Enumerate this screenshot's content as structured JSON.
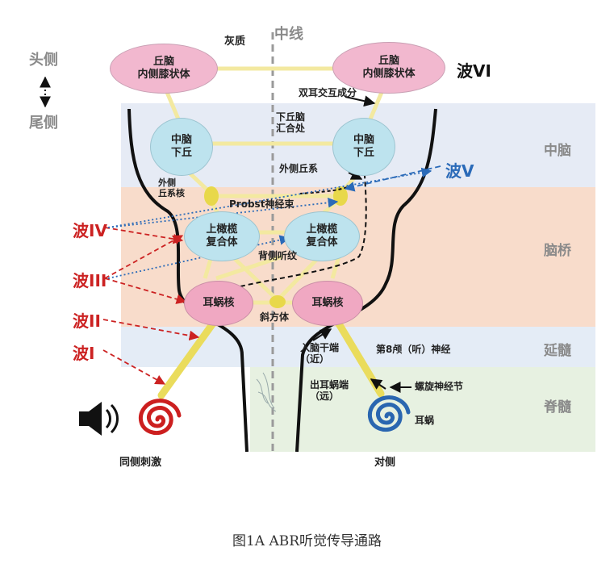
{
  "axis": {
    "rostral": "头侧",
    "caudal": "尾侧",
    "midline": "中线"
  },
  "regions": {
    "midbrain": "中脑",
    "pons": "脑桥",
    "medulla": "延髓",
    "spinal": "脊髓"
  },
  "nodes": {
    "lgn_left": "丘脑\n内侧膝状体",
    "lgn_right": "丘脑\n内侧膝状体",
    "ic_left": "中脑\n下丘",
    "ic_right": "中脑\n下丘",
    "soc_left": "上橄榄\n复合体",
    "soc_right": "上橄榄\n复合体",
    "cn_left": "耳蜗核",
    "cn_right": "耳蜗核"
  },
  "labels": {
    "gray_matter": "灰质",
    "binaural": "双耳交互成分",
    "ic_commissure": "下丘脑\n汇合处",
    "lateral_lemniscus_right": "外侧丘系",
    "ll_nucleus": "外侧\n丘系核",
    "probst": "Probst神经束",
    "dorsal_stria": "背侧听纹",
    "trapezoid": "斜方体",
    "brainstem_end": "入脑干端\n（近）",
    "cochlear_end": "出耳蜗端\n（远）",
    "cn8": "第8颅（听）神经",
    "spiral_ganglion": "螺旋神经节",
    "cochlea": "耳蜗",
    "ipsi": "同侧刺激",
    "contra": "对侧"
  },
  "waves": {
    "w1": "波I",
    "w2": "波II",
    "w3": "波III",
    "w4": "波IV",
    "w5": "波V",
    "w6": "波VI"
  },
  "colors": {
    "red": "#cc2222",
    "blue": "#2a6ab8",
    "pink": "#f2b8cf",
    "cyan": "#bde3ee",
    "midbrain_band": "#e6ebf5",
    "pons_band": "#f8dccb",
    "medulla_band": "#e4ecf6",
    "spinal_band": "#e7f1e1",
    "tract": "#f3e9a0",
    "ganglion": "#e8d84a"
  },
  "icons": [
    "speaker-icon",
    "red-spiral-icon",
    "blue-spiral-icon"
  ],
  "caption": "图1A  ABR听觉传导通路"
}
